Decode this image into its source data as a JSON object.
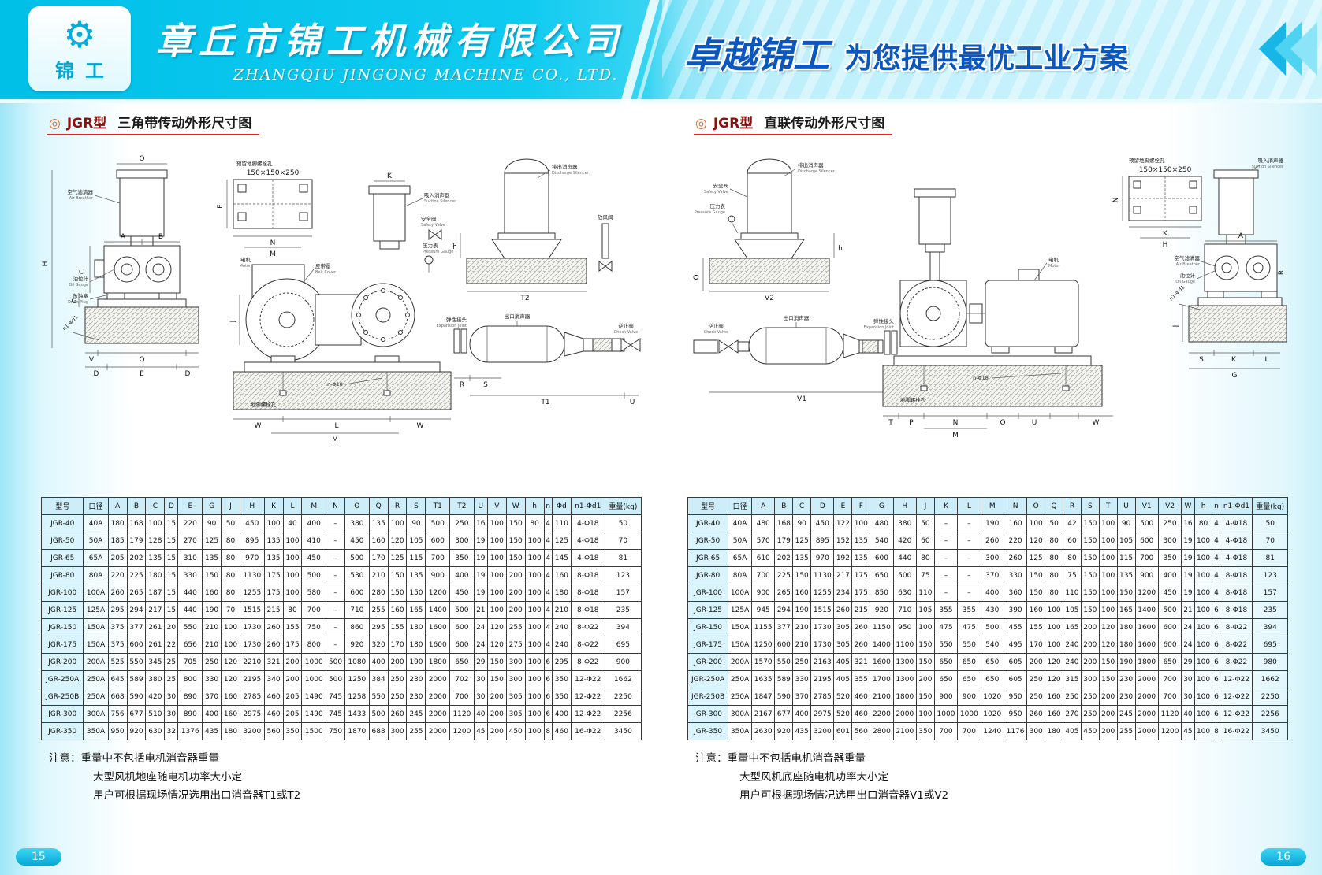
{
  "header": {
    "logo_chars": "锦工",
    "logo_gear_icon": "⚙",
    "company_cn": "章丘市锦工机械有限公司",
    "company_en": "ZHANGQIU JINGONG MACHINE CO., LTD.",
    "slogan_brand": "卓越锦工",
    "slogan_rest": "为您提供最优工业方案",
    "accent_cyan": "#00c0e8",
    "slogan_blue": "#0a57c0"
  },
  "left": {
    "title_bullet": "◎",
    "title_model": "JGR型",
    "title_rest": "三角带传动外形尺寸图",
    "drawing": {
      "bolt_hole_note": "预留地脚螺栓孔",
      "bolt_hole_size": "150×150×250",
      "air_filter": "空气滤清器",
      "air_filter_en": "Air Breather",
      "oil_gauge": "油位计",
      "oil_gauge_en": "Oil Gauge",
      "drain_plug": "放油塞",
      "drain_plug_en": "Drain Plug",
      "motor": "电机",
      "motor_en": "Motor",
      "belt_cover": "皮带罩",
      "belt_cover_en": "Belt Cover",
      "suction": "吸入消声器",
      "suction_en": "Suction Silencer",
      "discharge": "排出消声器",
      "discharge_en": "Discharge Silencer",
      "outlet": "出口消声器",
      "safety": "安全阀",
      "safety_en": "Safety Valve",
      "gauge": "压力表",
      "gauge_en": "Pressure Gauge",
      "check": "逆止阀",
      "check_en": "Check Valve",
      "joint": "弹性接头",
      "joint_en": "Expansion Joint",
      "vent": "放风阀",
      "anchor": "地脚螺栓孔",
      "bolt_n": "n-Φ18",
      "bolt_n1": "n1-Φd1",
      "dims": {
        "O": "O",
        "A": "A",
        "B": "B",
        "C": "C",
        "D": "D",
        "E": "E",
        "G": "G",
        "H": "H",
        "J": "J",
        "K": "K",
        "L": "L",
        "M": "M",
        "N": "N",
        "Q": "Q",
        "R": "R",
        "S": "S",
        "U": "U",
        "V": "V",
        "W": "W",
        "h": "h",
        "T1": "T1",
        "T2": "T2"
      }
    },
    "table": {
      "headers": [
        "型号",
        "口径",
        "A",
        "B",
        "C",
        "D",
        "E",
        "G",
        "J",
        "H",
        "K",
        "L",
        "M",
        "N",
        "O",
        "Q",
        "R",
        "S",
        "T1",
        "T2",
        "U",
        "V",
        "W",
        "h",
        "n",
        "Φd",
        "n1-Φd1",
        "重量(kg)"
      ],
      "rows": [
        [
          "JGR-40",
          "40A",
          "180",
          "168",
          "100",
          "15",
          "220",
          "90",
          "50",
          "450",
          "100",
          "40",
          "400",
          "–",
          "380",
          "135",
          "100",
          "90",
          "500",
          "250",
          "16",
          "100",
          "150",
          "80",
          "4",
          "110",
          "4-Φ18",
          "50"
        ],
        [
          "JGR-50",
          "50A",
          "185",
          "179",
          "128",
          "15",
          "270",
          "125",
          "80",
          "895",
          "135",
          "100",
          "410",
          "–",
          "450",
          "160",
          "120",
          "105",
          "600",
          "300",
          "19",
          "100",
          "150",
          "100",
          "4",
          "125",
          "4-Φ18",
          "70"
        ],
        [
          "JGR-65",
          "65A",
          "205",
          "202",
          "135",
          "15",
          "310",
          "135",
          "80",
          "970",
          "135",
          "100",
          "450",
          "–",
          "500",
          "170",
          "125",
          "115",
          "700",
          "350",
          "19",
          "100",
          "150",
          "100",
          "4",
          "145",
          "4-Φ18",
          "81"
        ],
        [
          "JGR-80",
          "80A",
          "220",
          "225",
          "180",
          "15",
          "330",
          "150",
          "80",
          "1130",
          "175",
          "100",
          "500",
          "–",
          "530",
          "210",
          "150",
          "135",
          "900",
          "400",
          "19",
          "100",
          "200",
          "100",
          "4",
          "160",
          "8-Φ18",
          "123"
        ],
        [
          "JGR-100",
          "100A",
          "260",
          "265",
          "187",
          "15",
          "440",
          "160",
          "80",
          "1255",
          "175",
          "100",
          "580",
          "–",
          "600",
          "280",
          "150",
          "150",
          "1200",
          "450",
          "19",
          "100",
          "200",
          "100",
          "4",
          "180",
          "8-Φ18",
          "157"
        ],
        [
          "JGR-125",
          "125A",
          "295",
          "294",
          "217",
          "15",
          "440",
          "190",
          "70",
          "1515",
          "215",
          "80",
          "700",
          "–",
          "710",
          "255",
          "160",
          "165",
          "1400",
          "500",
          "21",
          "100",
          "200",
          "100",
          "4",
          "210",
          "8-Φ18",
          "235"
        ],
        [
          "JGR-150",
          "150A",
          "375",
          "377",
          "261",
          "20",
          "550",
          "210",
          "100",
          "1730",
          "260",
          "155",
          "750",
          "–",
          "860",
          "295",
          "155",
          "180",
          "1600",
          "600",
          "24",
          "120",
          "255",
          "100",
          "4",
          "240",
          "8-Φ22",
          "394"
        ],
        [
          "JGR-175",
          "150A",
          "375",
          "600",
          "261",
          "22",
          "656",
          "210",
          "100",
          "1730",
          "260",
          "175",
          "800",
          "–",
          "920",
          "320",
          "170",
          "180",
          "1600",
          "600",
          "24",
          "120",
          "275",
          "100",
          "4",
          "240",
          "8-Φ22",
          "695"
        ],
        [
          "JGR-200",
          "200A",
          "525",
          "550",
          "345",
          "25",
          "705",
          "250",
          "120",
          "2210",
          "321",
          "200",
          "1000",
          "500",
          "1080",
          "400",
          "200",
          "190",
          "1800",
          "650",
          "29",
          "150",
          "300",
          "100",
          "6",
          "295",
          "8-Φ22",
          "900"
        ],
        [
          "JGR-250A",
          "250A",
          "645",
          "589",
          "380",
          "25",
          "800",
          "330",
          "120",
          "2195",
          "340",
          "200",
          "1000",
          "500",
          "1250",
          "384",
          "250",
          "230",
          "2000",
          "702",
          "30",
          "150",
          "300",
          "100",
          "6",
          "350",
          "12-Φ22",
          "1662"
        ],
        [
          "JGR-250B",
          "250A",
          "668",
          "590",
          "420",
          "30",
          "890",
          "370",
          "160",
          "2785",
          "460",
          "205",
          "1490",
          "745",
          "1258",
          "550",
          "250",
          "230",
          "2000",
          "700",
          "30",
          "200",
          "305",
          "100",
          "6",
          "350",
          "12-Φ22",
          "2250"
        ],
        [
          "JGR-300",
          "300A",
          "756",
          "677",
          "510",
          "30",
          "890",
          "400",
          "160",
          "2975",
          "460",
          "205",
          "1490",
          "745",
          "1433",
          "500",
          "260",
          "245",
          "2000",
          "1120",
          "40",
          "200",
          "305",
          "100",
          "6",
          "400",
          "12-Φ22",
          "2256"
        ],
        [
          "JGR-350",
          "350A",
          "950",
          "920",
          "630",
          "32",
          "1376",
          "435",
          "180",
          "3200",
          "560",
          "350",
          "1500",
          "750",
          "1870",
          "688",
          "300",
          "255",
          "2000",
          "1200",
          "45",
          "200",
          "450",
          "100",
          "8",
          "460",
          "16-Φ22",
          "3450"
        ]
      ]
    },
    "notes": {
      "label": "注意：",
      "line1": "重量中不包括电机消音器重量",
      "line2": "大型风机地座随电机功率大小定",
      "line3": "用户可根据现场情况选用出口消音器T1或T2"
    },
    "page_number": "15"
  },
  "right": {
    "title_bullet": "◎",
    "title_model": "JGR型",
    "title_rest": "直联传动外形尺寸图",
    "drawing": {
      "bolt_hole_note": "预留地脚螺栓孔",
      "bolt_hole_size": "150×150×250",
      "air_filter": "空气滤清器",
      "air_filter_en": "Air Breather",
      "oil_gauge": "油位计",
      "oil_gauge_en": "Oil Gauge",
      "motor": "电机",
      "motor_en": "Motor",
      "suction": "吸入消声器",
      "suction_en": "Suction Silencer",
      "discharge": "排出消声器",
      "discharge_en": "Discharge Silencer",
      "outlet": "出口消声器",
      "safety": "安全阀",
      "safety_en": "Safety Valve",
      "gauge": "压力表",
      "gauge_en": "Pressure Gauge",
      "check": "逆止阀",
      "check_en": "Check Valve",
      "joint": "弹性接头",
      "joint_en": "Expansion Joint",
      "anchor": "地脚螺栓孔",
      "bolt_n": "n-Φ18",
      "bolt_n1": "n1-Φd1",
      "dims": {
        "A": "A",
        "G": "G",
        "H": "H",
        "J": "J",
        "K": "K",
        "L": "L",
        "M": "M",
        "N": "N",
        "O": "O",
        "P": "P",
        "Q": "Q",
        "R": "R",
        "S": "S",
        "T": "T",
        "U": "U",
        "W": "W",
        "h": "h",
        "V1": "V1",
        "V2": "V2"
      }
    },
    "table": {
      "headers": [
        "型号",
        "口径",
        "A",
        "B",
        "C",
        "D",
        "E",
        "F",
        "G",
        "H",
        "J",
        "K",
        "L",
        "M",
        "N",
        "O",
        "Q",
        "R",
        "S",
        "T",
        "U",
        "V1",
        "V2",
        "W",
        "h",
        "n",
        "n1-Φd1",
        "重量(kg)"
      ],
      "rows": [
        [
          "JGR-40",
          "40A",
          "480",
          "168",
          "90",
          "450",
          "122",
          "100",
          "480",
          "380",
          "50",
          "–",
          "–",
          "190",
          "160",
          "100",
          "50",
          "42",
          "150",
          "100",
          "90",
          "500",
          "250",
          "16",
          "80",
          "4",
          "4-Φ18",
          "50"
        ],
        [
          "JGR-50",
          "50A",
          "570",
          "179",
          "125",
          "895",
          "152",
          "135",
          "540",
          "420",
          "60",
          "–",
          "–",
          "260",
          "220",
          "120",
          "80",
          "60",
          "150",
          "100",
          "105",
          "600",
          "300",
          "19",
          "100",
          "4",
          "4-Φ18",
          "70"
        ],
        [
          "JGR-65",
          "65A",
          "610",
          "202",
          "135",
          "970",
          "192",
          "135",
          "600",
          "440",
          "80",
          "–",
          "–",
          "300",
          "260",
          "125",
          "80",
          "80",
          "150",
          "100",
          "115",
          "700",
          "350",
          "19",
          "100",
          "4",
          "4-Φ18",
          "81"
        ],
        [
          "JGR-80",
          "80A",
          "700",
          "225",
          "150",
          "1130",
          "217",
          "175",
          "650",
          "500",
          "75",
          "–",
          "–",
          "370",
          "330",
          "150",
          "80",
          "75",
          "150",
          "100",
          "135",
          "900",
          "400",
          "19",
          "100",
          "4",
          "8-Φ18",
          "123"
        ],
        [
          "JGR-100",
          "100A",
          "900",
          "265",
          "160",
          "1255",
          "234",
          "175",
          "850",
          "630",
          "110",
          "–",
          "–",
          "400",
          "360",
          "150",
          "80",
          "110",
          "150",
          "100",
          "150",
          "1200",
          "450",
          "19",
          "100",
          "4",
          "8-Φ18",
          "157"
        ],
        [
          "JGR-125",
          "125A",
          "945",
          "294",
          "190",
          "1515",
          "260",
          "215",
          "920",
          "710",
          "105",
          "355",
          "355",
          "430",
          "390",
          "160",
          "100",
          "105",
          "150",
          "100",
          "165",
          "1400",
          "500",
          "21",
          "100",
          "6",
          "8-Φ18",
          "235"
        ],
        [
          "JGR-150",
          "150A",
          "1155",
          "377",
          "210",
          "1730",
          "305",
          "260",
          "1150",
          "950",
          "100",
          "475",
          "475",
          "500",
          "455",
          "155",
          "100",
          "165",
          "200",
          "120",
          "180",
          "1600",
          "600",
          "24",
          "100",
          "6",
          "8-Φ22",
          "394"
        ],
        [
          "JGR-175",
          "150A",
          "1250",
          "600",
          "210",
          "1730",
          "305",
          "260",
          "1400",
          "1100",
          "150",
          "550",
          "550",
          "540",
          "495",
          "170",
          "100",
          "240",
          "200",
          "120",
          "180",
          "1600",
          "600",
          "24",
          "100",
          "6",
          "8-Φ22",
          "695"
        ],
        [
          "JGR-200",
          "200A",
          "1570",
          "550",
          "250",
          "2163",
          "405",
          "321",
          "1600",
          "1300",
          "150",
          "650",
          "650",
          "650",
          "605",
          "200",
          "120",
          "240",
          "200",
          "150",
          "190",
          "1800",
          "650",
          "29",
          "100",
          "6",
          "8-Φ22",
          "980"
        ],
        [
          "JGR-250A",
          "250A",
          "1635",
          "589",
          "330",
          "2195",
          "405",
          "355",
          "1700",
          "1300",
          "200",
          "650",
          "650",
          "650",
          "605",
          "250",
          "120",
          "315",
          "300",
          "150",
          "230",
          "2000",
          "700",
          "30",
          "100",
          "6",
          "12-Φ22",
          "1662"
        ],
        [
          "JGR-250B",
          "250A",
          "1847",
          "590",
          "370",
          "2785",
          "520",
          "460",
          "2100",
          "1800",
          "150",
          "900",
          "900",
          "1020",
          "950",
          "250",
          "160",
          "250",
          "250",
          "200",
          "230",
          "2000",
          "700",
          "30",
          "100",
          "6",
          "12-Φ22",
          "2250"
        ],
        [
          "JGR-300",
          "300A",
          "2167",
          "677",
          "400",
          "2975",
          "520",
          "460",
          "2200",
          "2000",
          "100",
          "1000",
          "1000",
          "1020",
          "950",
          "260",
          "160",
          "270",
          "250",
          "200",
          "245",
          "2000",
          "1120",
          "40",
          "100",
          "6",
          "12-Φ22",
          "2256"
        ],
        [
          "JGR-350",
          "350A",
          "2630",
          "920",
          "435",
          "3200",
          "601",
          "560",
          "2800",
          "2100",
          "350",
          "700",
          "700",
          "1240",
          "1176",
          "300",
          "180",
          "405",
          "450",
          "200",
          "255",
          "2000",
          "1200",
          "45",
          "100",
          "8",
          "16-Φ22",
          "3450"
        ]
      ]
    },
    "notes": {
      "label": "注意：",
      "line1": "重量中不包括电机消音器重量",
      "line2": "大型风机底座随电机功率大小定",
      "line3": "用户可根据现场情况选用出口消音器V1或V2"
    },
    "page_number": "16"
  }
}
